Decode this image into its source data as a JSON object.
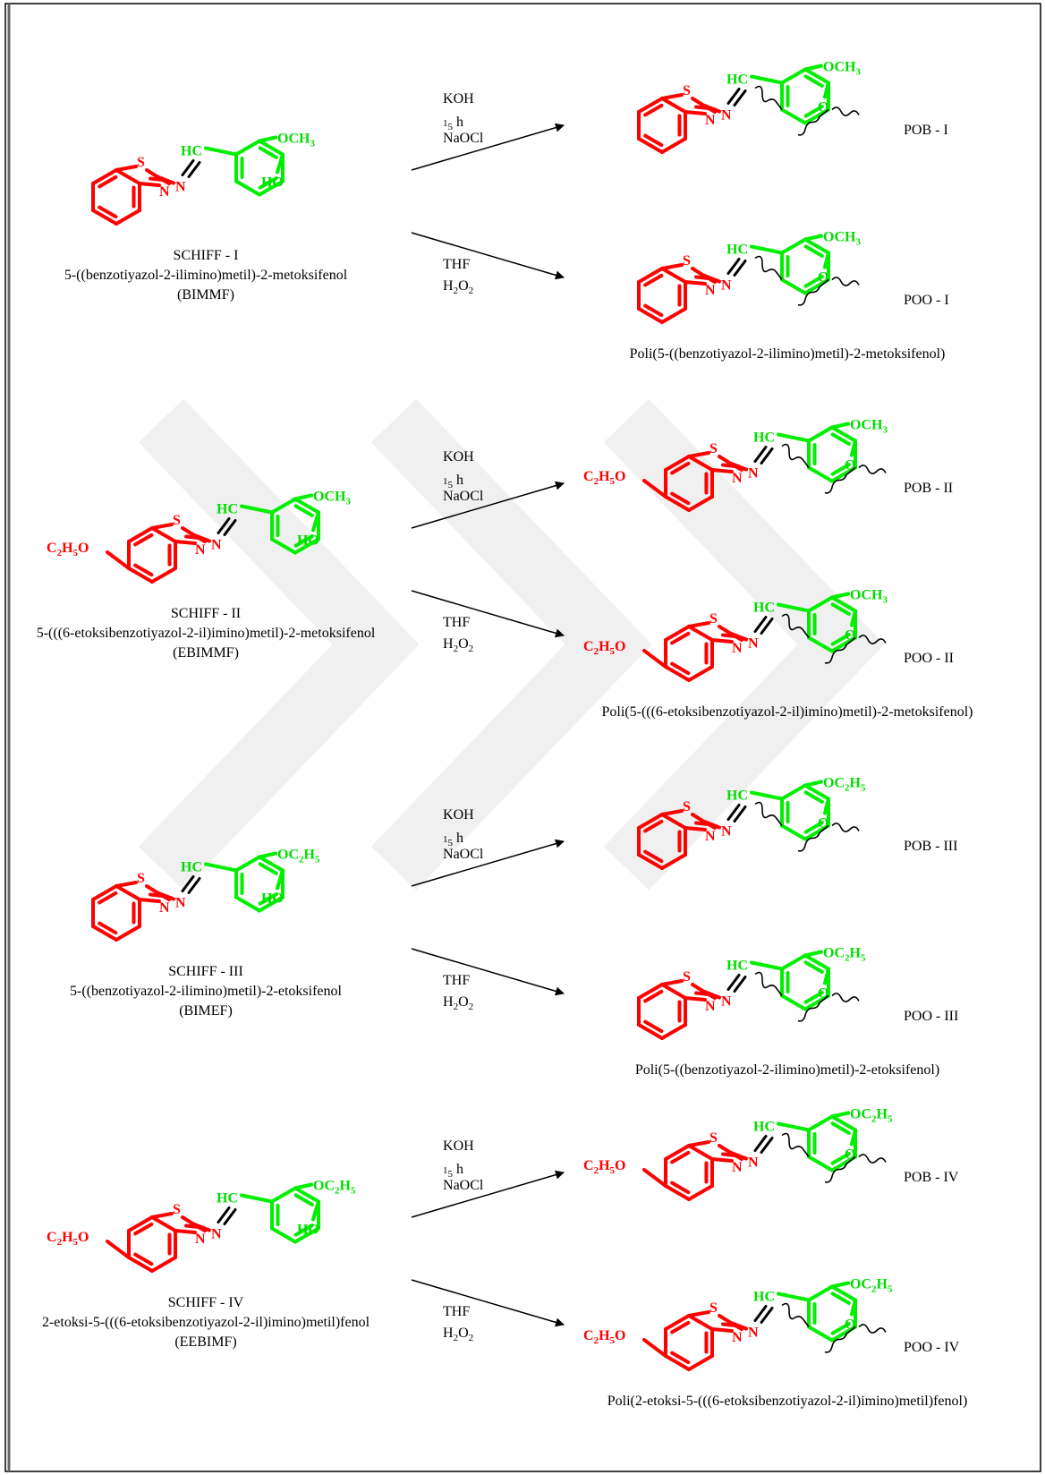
{
  "colors": {
    "core": "#ff0000",
    "aryl": "#00ee00",
    "text": "#000000",
    "watermark": "#f0f0f0"
  },
  "reactions": [
    {
      "core": "plain",
      "ether": "OCH3",
      "monomer_label": "SCHIFF - I",
      "monomer_name": "5-((benzotiyazol-2-ilimino)metil)-2-metoksifenol",
      "monomer_abbr": "(BIMMF)",
      "cond_top": [
        "KOH",
        "15 h",
        "NaOCl"
      ],
      "cond_bottom": [
        "THF",
        "H2O2"
      ],
      "product_top": "POB - I",
      "product_bottom": "POO - I",
      "polymer_name": "Poli(5-((benzotiyazol-2-ilimino)metil)-2-metoksifenol)"
    },
    {
      "core": "ethoxy",
      "ether": "OCH3",
      "monomer_label": "SCHIFF - II",
      "monomer_name": "5-(((6-etoksibenzotiyazol-2-il)imino)metil)-2-metoksifenol",
      "monomer_abbr": "(EBIMMF)",
      "cond_top": [
        "KOH",
        "15 h",
        "NaOCl"
      ],
      "cond_bottom": [
        "THF",
        "H2O2"
      ],
      "product_top": "POB - II",
      "product_bottom": "POO - II",
      "polymer_name": "Poli(5-(((6-etoksibenzotiyazol-2-il)imino)metil)-2-metoksifenol)"
    },
    {
      "core": "plain",
      "ether": "OC2H5",
      "monomer_label": "SCHIFF - III",
      "monomer_name": "5-((benzotiyazol-2-ilimino)metil)-2-etoksifenol",
      "monomer_abbr": "(BIMEF)",
      "cond_top": [
        "KOH",
        "15 h",
        "NaOCl"
      ],
      "cond_bottom": [
        "THF",
        "H2O2"
      ],
      "product_top": "POB - III",
      "product_bottom": "POO - III",
      "polymer_name": "Poli(5-((benzotiyazol-2-ilimino)metil)-2-etoksifenol)"
    },
    {
      "core": "ethoxy",
      "ether": "OC2H5",
      "monomer_label": "SCHIFF - IV",
      "monomer_name": "2-etoksi-5-(((6-etoksibenzotiyazol-2-il)imino)metil)fenol",
      "monomer_abbr": "(EEBIMF)",
      "cond_top": [
        "KOH",
        "15 h",
        "NaOCl"
      ],
      "cond_bottom": [
        "THF",
        "H2O2"
      ],
      "product_top": "POB - IV",
      "product_bottom": "POO - IV",
      "polymer_name": "Poli(2-etoksi-5-(((6-etoksibenzotiyazol-2-il)imino)metil)fenol)"
    }
  ]
}
